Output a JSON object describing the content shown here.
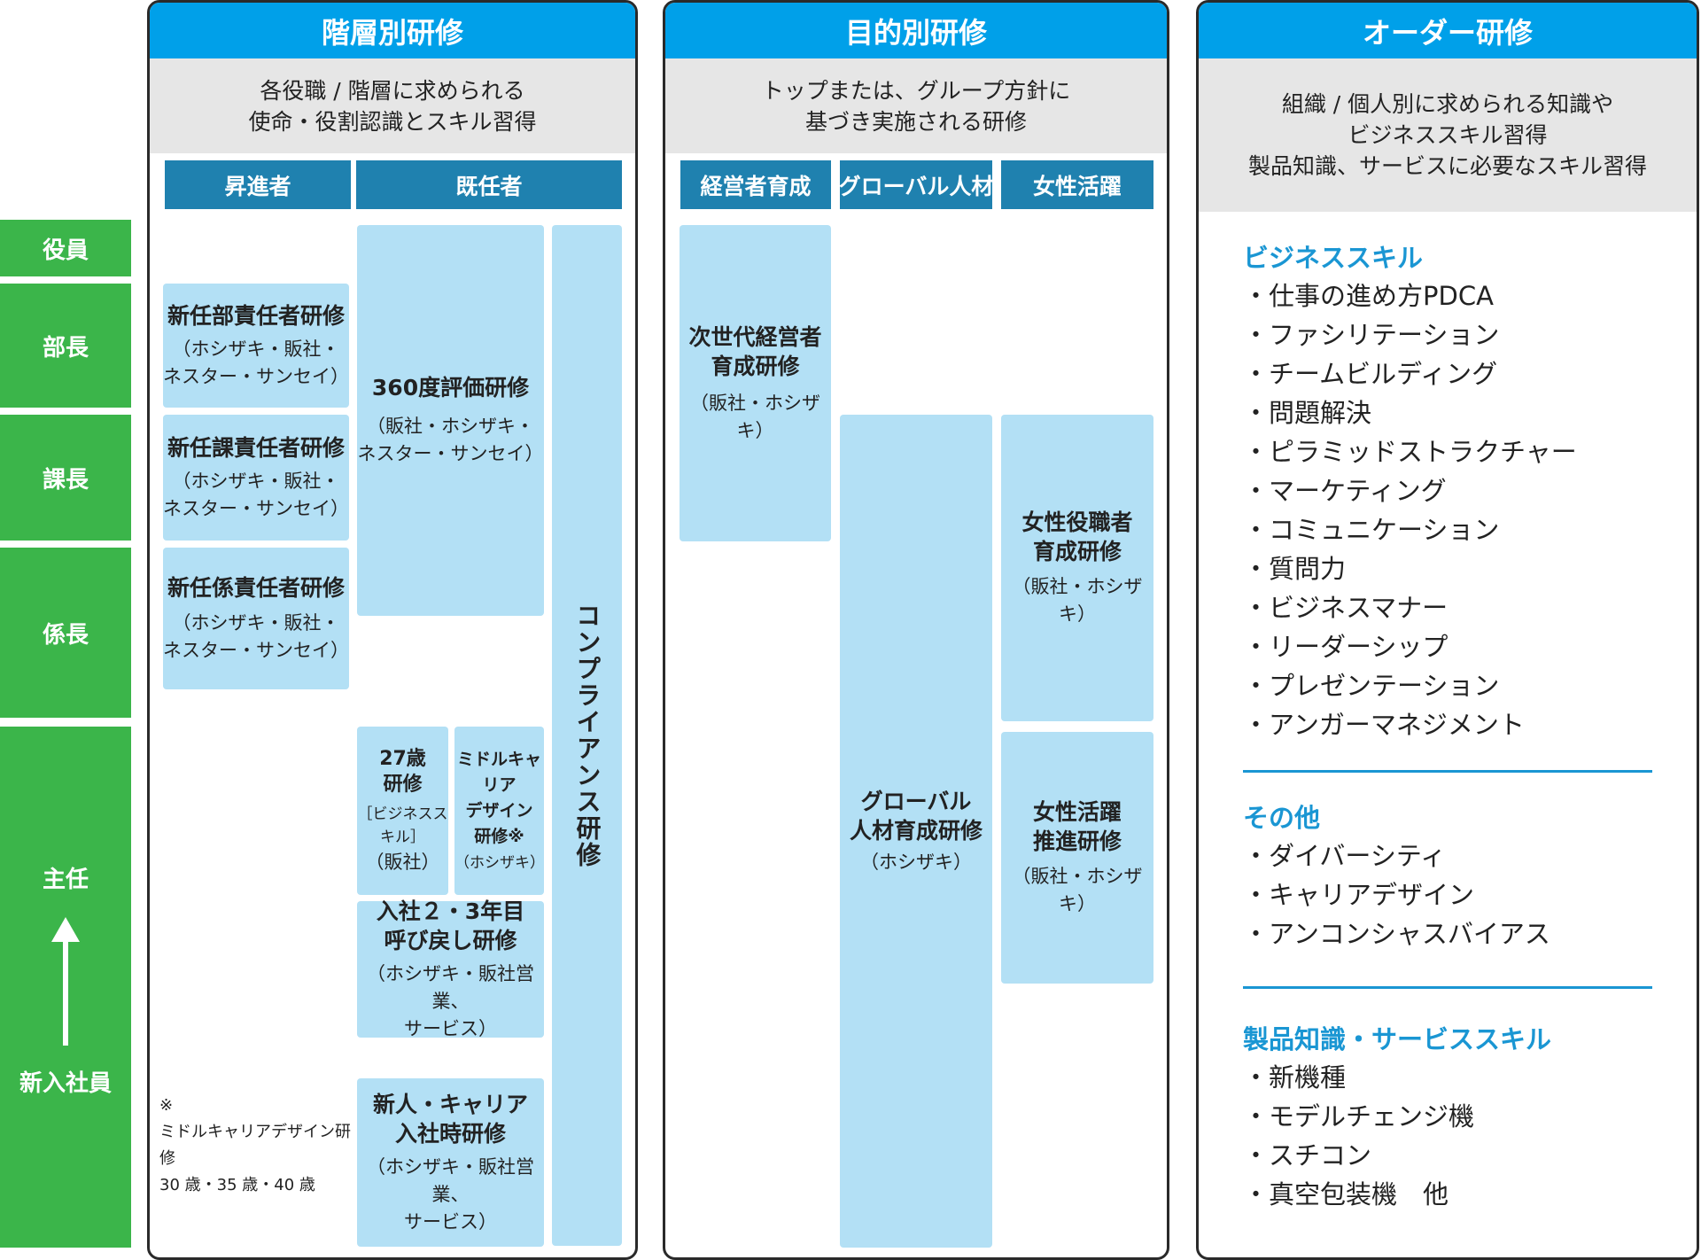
{
  "ranks": {
    "yakuin": "役員",
    "bucho": "部長",
    "kacho": "課長",
    "kakaricho": "係長",
    "shunin": "主任",
    "shinnyu": "新入社員"
  },
  "hierarchy": {
    "title": "階層別研修",
    "desc_line1": "各役職 / 階層に求められる",
    "desc_line2": "使命・役割認識とスキル習得",
    "col_promoted": "昇進者",
    "col_incumbent": "既任者",
    "bucho_training": {
      "title": "新任部責任者研修",
      "sub1": "（ホシザキ・販社・",
      "sub2": "ネスター・サンセイ）"
    },
    "kacho_training": {
      "title": "新任課責任者研修",
      "sub1": "（ホシザキ・販社・",
      "sub2": "ネスター・サンセイ）"
    },
    "kakari_training": {
      "title": "新任係責任者研修",
      "sub1": "（ホシザキ・販社・",
      "sub2": "ネスター・サンセイ）"
    },
    "eval360": {
      "title": "360度評価研修",
      "sub1": "（販社・ホシザキ・",
      "sub2": "ネスター・サンセイ）"
    },
    "compliance": "コンプライアンス研修",
    "age27": {
      "title1": "27歳",
      "title2": "研修",
      "sub1": "［ビジネススキル］",
      "sub2": "（販社）"
    },
    "midcareer": {
      "title1": "ミドルキャリア",
      "title2": "デザイン",
      "title3": "研修※",
      "sub1": "（ホシザキ）"
    },
    "callback": {
      "title1": "入社２・3年目",
      "title2": "呼び戻し研修",
      "sub1": "（ホシザキ・販社営業、",
      "sub2": "サービス）"
    },
    "newhire": {
      "title1": "新人・キャリア",
      "title2": "入社時研修",
      "sub1": "（ホシザキ・販社営業、",
      "sub2": "サービス）"
    },
    "note_mark": "※",
    "note_line1": "ミドルキャリアデザイン研修",
    "note_line2": "30 歳・35 歳・40 歳"
  },
  "purpose": {
    "title": "目的別研修",
    "desc_line1": "トップまたは、グループ方針に",
    "desc_line2": "基づき実施される研修",
    "col_exec": "経営者育成",
    "col_global": "グローバル人材",
    "col_women": "女性活躍",
    "next_exec": {
      "title1": "次世代経営者",
      "title2": "育成研修",
      "sub1": "（販社・ホシザキ）"
    },
    "global_training": {
      "title1": "グローバル",
      "title2": "人材育成研修",
      "sub1": "（ホシザキ）"
    },
    "women_manager": {
      "title1": "女性役職者",
      "title2": "育成研修",
      "sub1": "（販社・ホシザキ）"
    },
    "women_promo": {
      "title1": "女性活躍",
      "title2": "推進研修",
      "sub1": "（販社・ホシザキ）"
    }
  },
  "order": {
    "title": "オーダー研修",
    "desc_line1": "組織 / 個人別に求められる知識や",
    "desc_line2": "ビジネススキル習得",
    "desc_line3": "製品知識、サービスに必要なスキル習得",
    "business": {
      "title": "ビジネススキル",
      "items": [
        "・仕事の進め方PDCA",
        "・ファシリテーション",
        "・チームビルディング",
        "・問題解決",
        "・ピラミッドストラクチャー",
        "・マーケティング",
        "・コミュニケーション",
        "・質問力",
        "・ビジネスマナー",
        "・リーダーシップ",
        "・プレゼンテーション",
        "・アンガーマネジメント"
      ]
    },
    "other": {
      "title": "その他",
      "items": [
        "・ダイバーシティ",
        "・キャリアデザイン",
        "・アンコンシャスバイアス"
      ]
    },
    "product": {
      "title": "製品知識・サービススキル",
      "items": [
        "・新機種",
        "・モデルチェンジ機",
        "・スチコン",
        "・真空包装機　他"
      ]
    }
  },
  "colors": {
    "rank_green": "#3bb54a",
    "title_blue": "#00a0e9",
    "header_blue": "#1f81af",
    "box_light_blue": "#b3e0f5",
    "accent_blue": "#1a96d3"
  }
}
